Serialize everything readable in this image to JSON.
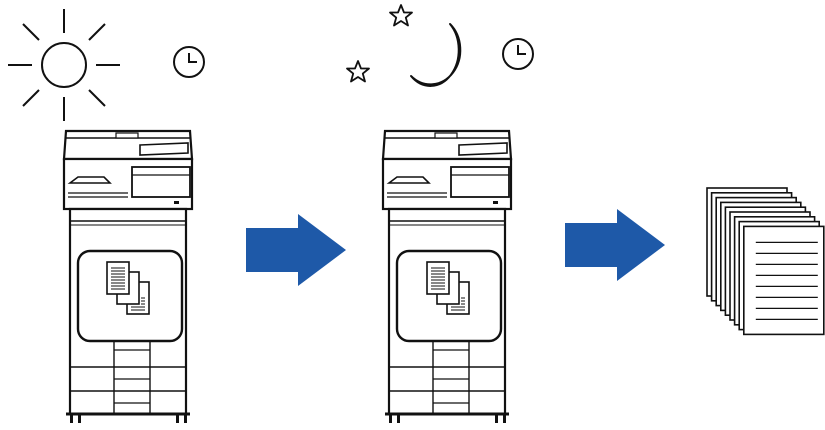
{
  "diagram": {
    "steps": [
      {
        "id": "day",
        "time_icon": "sun-icon",
        "clock": "clock-icon",
        "device": "printer-icon",
        "content": "documents-icon"
      },
      {
        "id": "night",
        "time_icon": "moon-and-stars-icon",
        "clock": "clock-icon",
        "device": "printer-icon",
        "content": "documents-icon"
      },
      {
        "id": "output",
        "device": "printed-pages-stack-icon"
      }
    ],
    "connector_icon": "arrow-right-icon",
    "colors": {
      "arrow": "#1e59a8",
      "line": "#111111",
      "background": "#ffffff"
    }
  }
}
